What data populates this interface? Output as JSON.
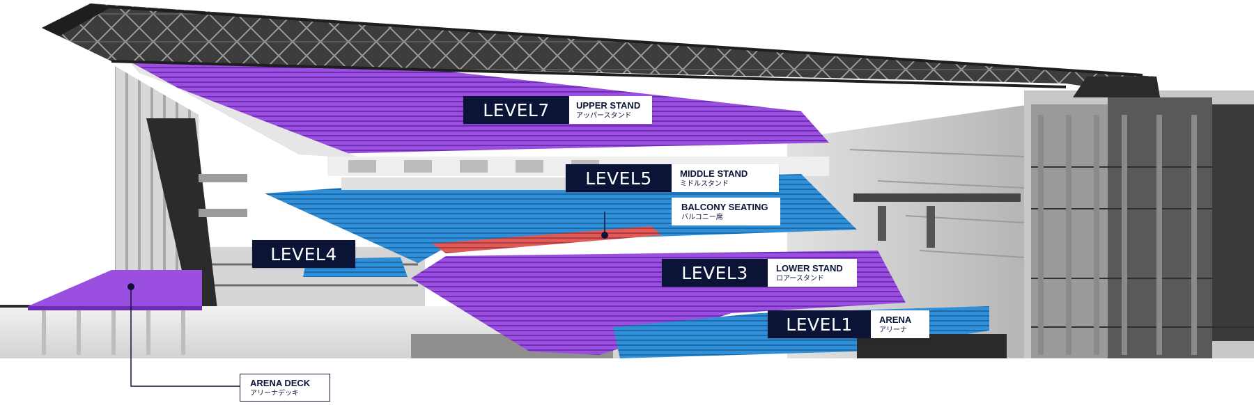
{
  "diagram": {
    "colors": {
      "purple": "#9b4fe0",
      "blue": "#2f8fd8",
      "red": "#e05a5a",
      "navy": "#0b1437",
      "structure": "#8c8c8c"
    },
    "levels": [
      {
        "id": "level7",
        "level": "LEVEL7",
        "name_en": "UPPER STAND",
        "name_jp": "アッパースタンド"
      },
      {
        "id": "level5",
        "level": "LEVEL5",
        "name_en": "MIDDLE STAND",
        "name_jp": "ミドルスタンド"
      },
      {
        "id": "level4",
        "level": "LEVEL4",
        "name_en": "",
        "name_jp": ""
      },
      {
        "id": "level3",
        "level": "LEVEL3",
        "name_en": "LOWER STAND",
        "name_jp": "ロアースタンド"
      },
      {
        "id": "level1",
        "level": "LEVEL1",
        "name_en": "ARENA",
        "name_jp": "アリーナ"
      }
    ],
    "callouts": {
      "balcony": {
        "name_en": "BALCONY SEATING",
        "name_jp": "バルコニー席"
      },
      "arena_deck": {
        "name_en": "ARENA DECK",
        "name_jp": "アリーナデッキ"
      }
    }
  }
}
